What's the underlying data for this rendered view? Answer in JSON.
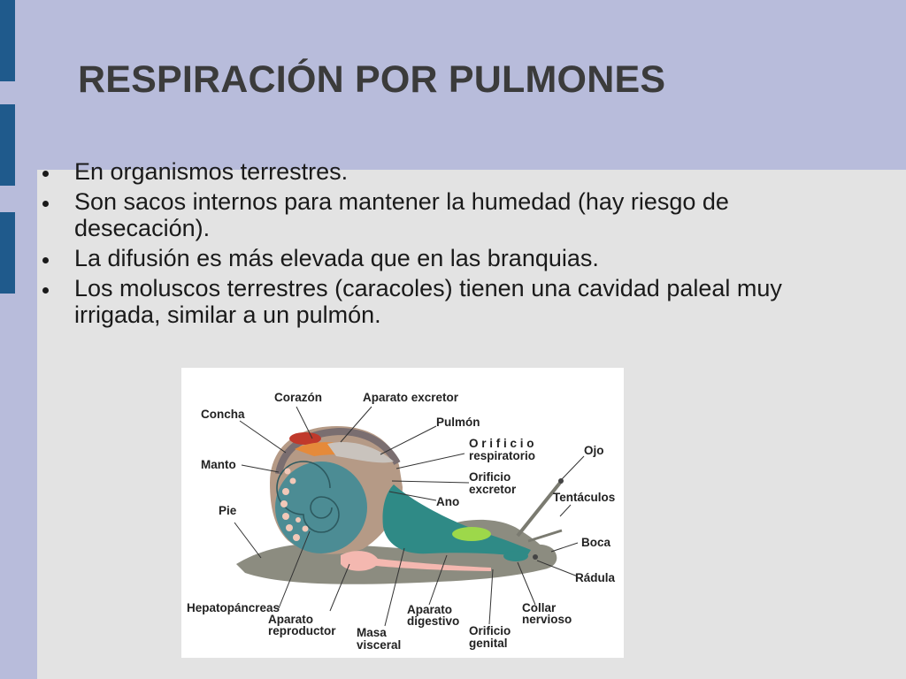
{
  "slide": {
    "title": "RESPIRACIÓN POR PULMONES",
    "bullets": [
      "En organismos terrestres.",
      "Son sacos internos para mantener la humedad (hay riesgo de desecación).",
      "La difusión es más elevada que en las branquias.",
      "Los moluscos terrestres (caracoles) tienen una cavidad paleal muy irrigada, similar a un pulmón."
    ]
  },
  "diagram": {
    "labels": {
      "corazon": "Corazón",
      "aparato_excretor": "Aparato excretor",
      "concha": "Concha",
      "pulmon": "Pulmón",
      "orificio_respiratorio_1": "O r i f i c i o",
      "orificio_respiratorio_2": "respiratorio",
      "manto": "Manto",
      "ojo": "Ojo",
      "orificio_excretor_1": "Orificio",
      "orificio_excretor_2": "excretor",
      "ano": "Ano",
      "tentaculos": "Tentáculos",
      "pie": "Pie",
      "boca": "Boca",
      "radula": "Rádula",
      "hepatopancreas": "Hepatopáncreas",
      "aparato_reproductor_1": "Aparato",
      "aparato_reproductor_2": "reproductor",
      "aparato_digestivo_1": "Aparato",
      "aparato_digestivo_2": "digestivo",
      "collar_nervioso_1": "Collar",
      "collar_nervioso_2": "nervioso",
      "masa_visceral_1": "Masa",
      "masa_visceral_2": "visceral",
      "orificio_genital_1": "Orificio",
      "orificio_genital_2": "genital"
    },
    "colors": {
      "body": "#8c8c80",
      "shell": "#b59a86",
      "mantle": "#7a6e70",
      "lung": "#c9c3bd",
      "heart": "#c0392b",
      "excretor": "#e58a3a",
      "spiral": "#4c8c94",
      "gut": "#2f8a86",
      "gland": "#9dd84a",
      "repro": "#f4b8b0",
      "eye": "#e8eba0"
    }
  }
}
